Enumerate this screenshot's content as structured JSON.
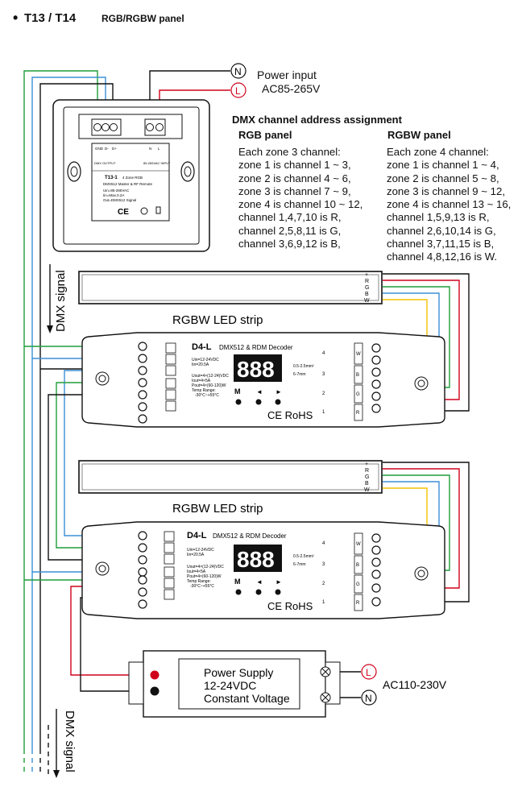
{
  "header": {
    "bullet": "•",
    "model": "T13 / T14",
    "subtitle": "RGB/RGBW panel"
  },
  "power_input": {
    "label": "Power input",
    "range": "AC85-265V",
    "n": "N",
    "l": "L"
  },
  "panel": {
    "model": "T13-1",
    "model_desc": "4 Zone RGB",
    "desc": "DMX512 Master & RF Remote",
    "specs": [
      "Uin=85-265VAC",
      "Iin=Max.0.2A",
      "Out=DMX512 Signal"
    ],
    "terminal_labels": [
      "GND",
      "D-",
      "D+",
      "N",
      "L"
    ],
    "output_label": "DMX OUTPUT",
    "input_label": "85-265VAC INPUT",
    "marks": "CE"
  },
  "dmx_assign": {
    "title": "DMX channel address assignment",
    "rgb": {
      "heading": "RGB panel",
      "lines": [
        "Each zone 3 channel:",
        "zone 1 is channel 1 ~ 3,",
        "zone 2 is channel 4 ~ 6,",
        "zone 3 is channel 7 ~ 9,",
        "zone 4 is channel 10 ~ 12,",
        "channel 1,4,7,10 is R,",
        "channel 2,5,8,11 is G,",
        "channel 3,6,9,12 is B,"
      ]
    },
    "rgbw": {
      "heading": "RGBW panel",
      "lines": [
        "Each zone 4 channel:",
        "zone 1 is channel 1 ~ 4,",
        "zone 2 is channel 5 ~ 8,",
        "zone 3 is channel 9 ~ 12,",
        "zone 4 is channel 13 ~ 16,",
        "channel 1,5,9,13 is R,",
        "channel 2,6,10,14 is G,",
        "channel 3,7,11,15 is B,",
        "channel 4,8,12,16 is W."
      ]
    }
  },
  "dmx_signal": "DMX signal",
  "strip": {
    "label": "RGBW LED strip",
    "pins": [
      "+",
      "R",
      "G",
      "B",
      "W"
    ]
  },
  "decoder": {
    "model": "D4-L",
    "desc": "DMX512 & RDM Decoder",
    "display": "888",
    "buttons": [
      "M",
      "◄",
      "►"
    ],
    "in_spec": [
      "Uin=12-24VDC",
      "Iin=20.5A"
    ],
    "out_spec": [
      "Uout=4×(12-24)VDC",
      "Iout=4×5A",
      "Pout=4×(60-120)W",
      "Temp Range:",
      "-30°C~+55°C"
    ],
    "wire_spec": [
      "0.5-2.5mm²",
      "6-7mm"
    ],
    "marks": "CE RoHS",
    "channels": [
      "4",
      "3",
      "2",
      "1"
    ],
    "ch_colors": [
      "W",
      "B",
      "G",
      "R"
    ]
  },
  "psu": {
    "line1": "Power Supply",
    "line2": "12-24VDC",
    "line3": "Constant Voltage",
    "ac": "AC110-230V"
  },
  "colors": {
    "red": "#d0021b",
    "green": "#1f9e3a",
    "blue": "#3b8fd6",
    "yellow": "#f2c200",
    "black": "#111111"
  }
}
